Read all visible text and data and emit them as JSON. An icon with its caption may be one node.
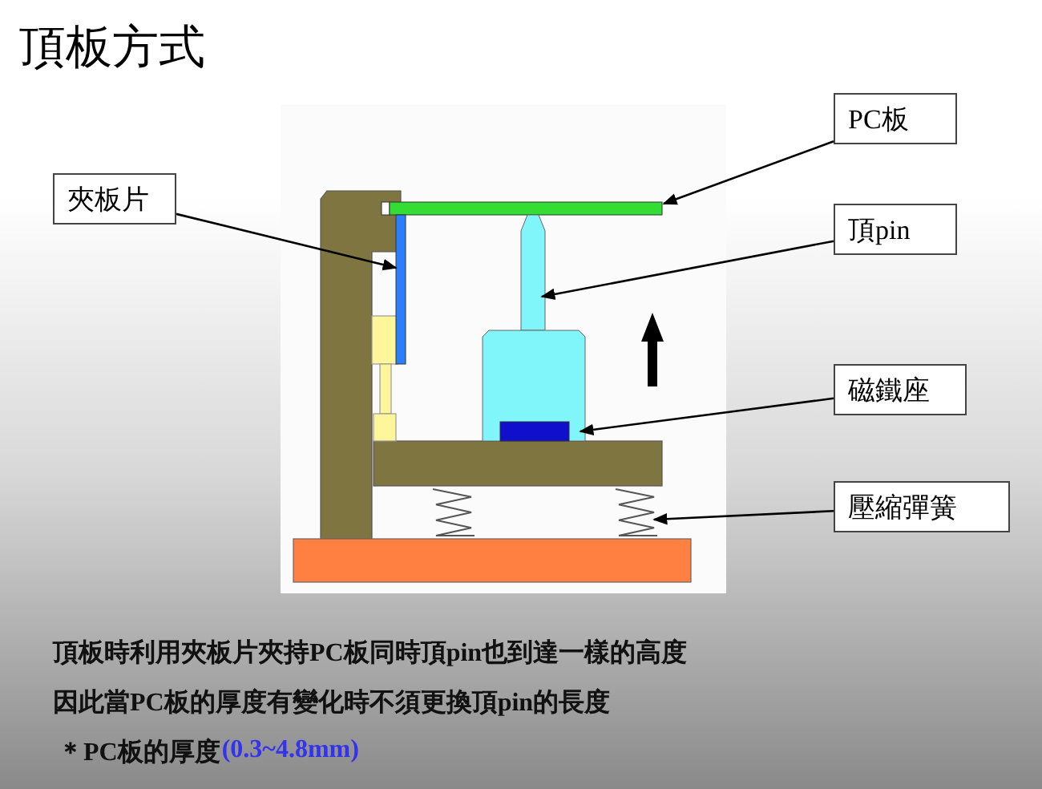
{
  "diagram": {
    "title": "頂板方式",
    "nodes": [
      {
        "text": [
          "夾板片"
        ]
      },
      {
        "text": [
          "PC板"
        ]
      },
      {
        "text": [
          "頂pin"
        ]
      },
      {
        "text": [
          "磁鐵座"
        ]
      },
      {
        "text": [
          "壓縮彈簧"
        ]
      },
      {
        "text": [],
        "shape": "bar"
      },
      {
        "text": [],
        "shape": "bar"
      },
      {
        "text": [],
        "shape": "box"
      },
      {
        "text": [],
        "shape": "box"
      },
      {
        "text": [],
        "shape": "spring"
      }
    ],
    "edges": [
      {
        "from": 0,
        "to": 6,
        "arrow": "to"
      },
      {
        "from": 1,
        "to": 5,
        "arrow": "to"
      },
      {
        "from": 2,
        "to": 7,
        "arrow": "to"
      },
      {
        "from": 3,
        "to": 8,
        "arrow": "to"
      },
      {
        "from": 4,
        "to": 9,
        "arrow": "to"
      }
    ],
    "labels": [
      "頂板時利用夾板片夾持PC板同時頂pin也到達一樣的高度",
      "因此當PC板的厚度有變化時不須更換頂pin的長度",
      "＊PC板的厚度",
      "(0.3~4.8mm)"
    ]
  }
}
